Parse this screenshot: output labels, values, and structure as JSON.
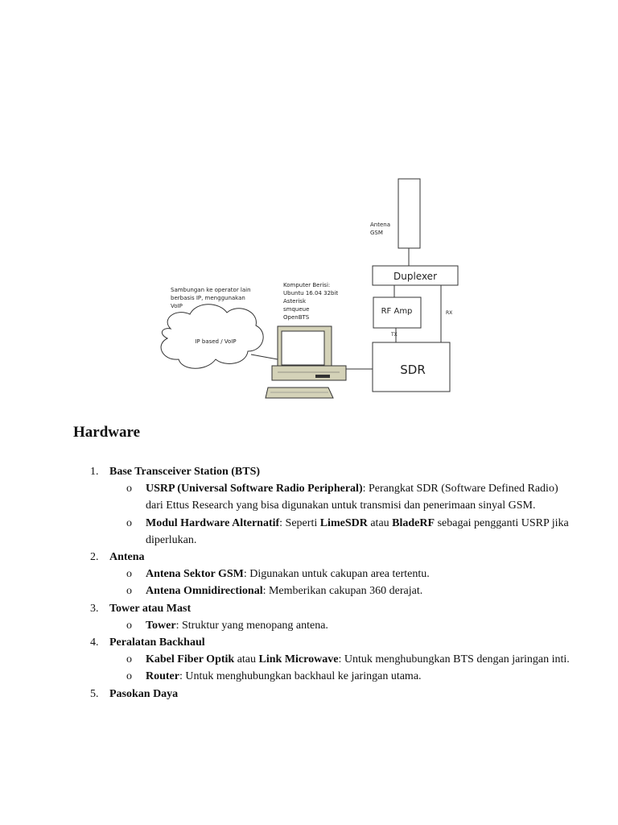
{
  "diagram": {
    "antenna_label_line1": "Antena",
    "antenna_label_line2": "GSM",
    "duplexer": "Duplexer",
    "rf_amp": "RF Amp",
    "sdr": "SDR",
    "rx": "RX",
    "tx": "TX",
    "cloud_label": "IP based / VoIP",
    "note_line1": "Sambungan ke operator lain",
    "note_line2": "berbasis IP, menggunakan",
    "note_line3": "VoIP",
    "computer_line1": "Komputer Berisi:",
    "computer_line2": "Ubuntu 16.04 32bit",
    "computer_line3": "Asterisk",
    "computer_line4": "smqueue",
    "computer_line5": "OpenBTS"
  },
  "heading": "Hardware",
  "bullet_symbol": "o",
  "items": [
    {
      "num": "1.",
      "title": "Base Transceiver Station (BTS)",
      "subs": [
        {
          "a": "USRP (Universal Software Radio Peripheral)",
          "b": ": Perangkat SDR (Software Defined Radio) dari Ettus Research yang bisa digunakan untuk transmisi dan penerimaan sinyal GSM."
        },
        {
          "a": "Modul Hardware Alternatif",
          "b": ": Seperti ",
          "c": "LimeSDR",
          "d": " atau ",
          "e": "BladeRF",
          "f": " sebagai pengganti USRP jika diperlukan."
        }
      ]
    },
    {
      "num": "2.",
      "title": "Antena",
      "subs": [
        {
          "a": "Antena Sektor GSM",
          "b": ": Digunakan untuk cakupan area tertentu."
        },
        {
          "a": "Antena Omnidirectional",
          "b": ": Memberikan cakupan 360 derajat."
        }
      ]
    },
    {
      "num": "3.",
      "title": "Tower atau Mast",
      "subs": [
        {
          "a": "Tower",
          "b": ": Struktur yang menopang antena."
        }
      ]
    },
    {
      "num": "4.",
      "title": "Peralatan Backhaul",
      "subs": [
        {
          "a": "Kabel Fiber Optik",
          "b": " atau ",
          "c": "Link Microwave",
          "d": ": Untuk menghubungkan BTS dengan jaringan inti."
        },
        {
          "a": "Router",
          "b": ": Untuk menghubungkan backhaul ke jaringan utama."
        }
      ]
    },
    {
      "num": "5.",
      "title": "Pasokan Daya",
      "subs": []
    }
  ]
}
